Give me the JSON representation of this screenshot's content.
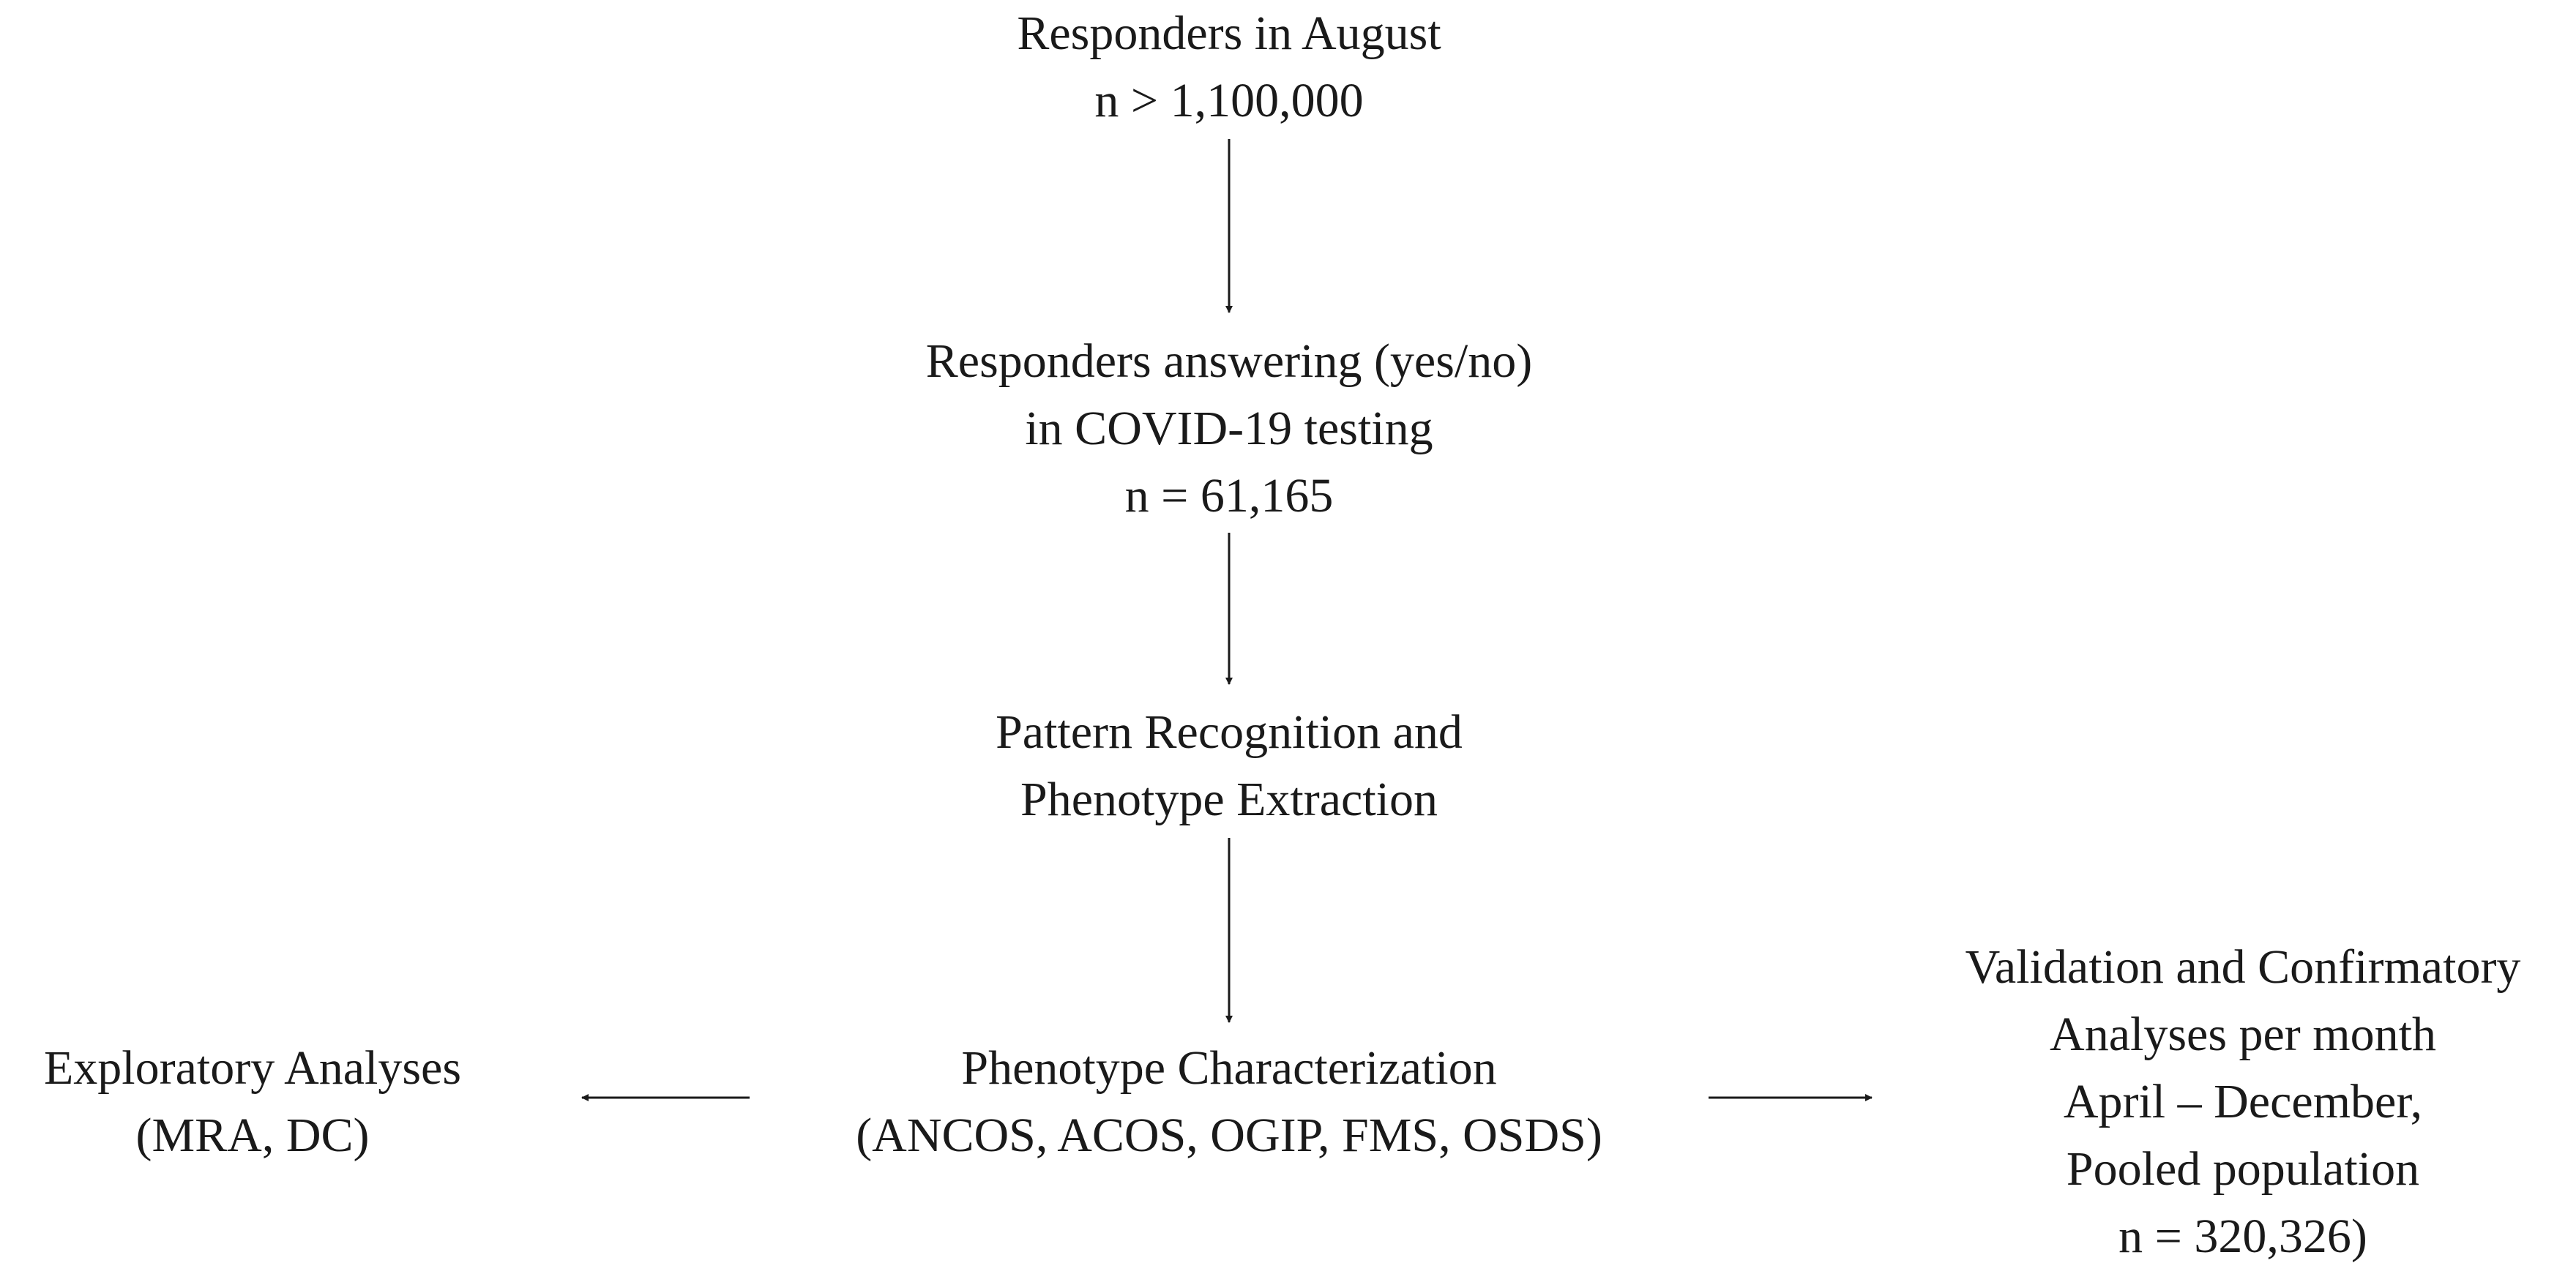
{
  "nodes": {
    "responders_august": {
      "line1": "Responders in August",
      "line2": "n > 1,100,000"
    },
    "responders_testing": {
      "line1": "Responders answering (yes/no)",
      "line2": "in COVID-19 testing",
      "line3": "n = 61,165"
    },
    "pattern_recognition": {
      "line1": "Pattern Recognition  and",
      "line2": "Phenotype Extraction"
    },
    "phenotype_characterization": {
      "line1": "Phenotype Characterization",
      "line2": "(ANCOS, ACOS, OGIP, FMS, OSDS)"
    },
    "exploratory": {
      "line1": "Exploratory Analyses",
      "line2": "(MRA, DC)"
    },
    "validation": {
      "line1": "Validation  and Confirmatory",
      "line2": "Analyses per month",
      "line3": "April – December,",
      "line4": "Pooled population",
      "line5": "n = 320,326)"
    }
  },
  "edges": [
    {
      "from": "responders_august",
      "to": "responders_testing"
    },
    {
      "from": "responders_testing",
      "to": "pattern_recognition"
    },
    {
      "from": "pattern_recognition",
      "to": "phenotype_characterization"
    },
    {
      "from": "phenotype_characterization",
      "to": "exploratory"
    },
    {
      "from": "phenotype_characterization",
      "to": "validation"
    }
  ],
  "colors": {
    "text": "#1a1a1a",
    "arrow": "#1a1a1a",
    "background": "#ffffff"
  }
}
